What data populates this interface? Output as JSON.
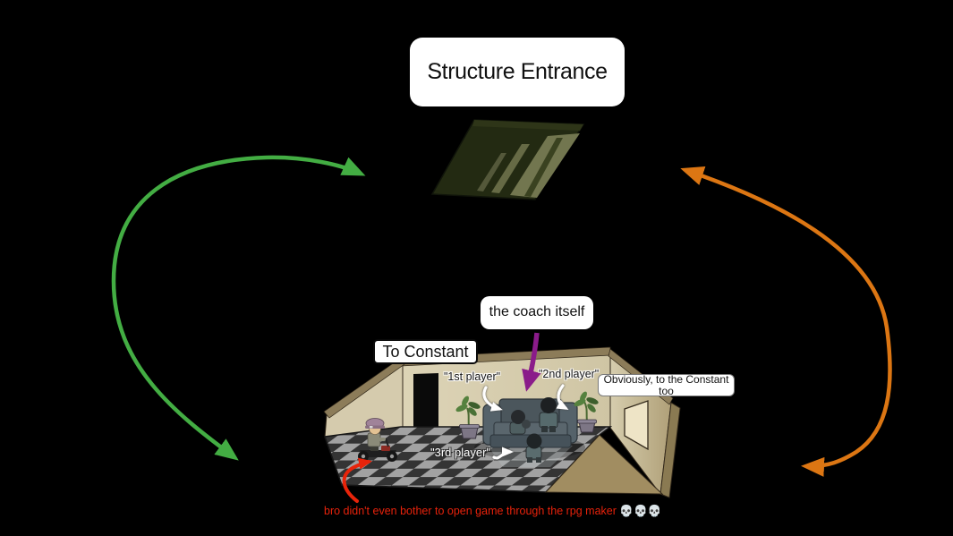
{
  "scene": {
    "title": {
      "text": "Structure Entrance"
    },
    "labels": {
      "coach_itself": "the coach itself",
      "to_constant": "To Constant",
      "player1": "\"1st player\"",
      "player2": "\"2nd player\"",
      "player3": "\"3rd player\"",
      "obviously": "Obviously, to the Constant too"
    },
    "caption": {
      "text": "bro didn't even bother to open game through the rpg maker 💀💀💀"
    },
    "icons": {
      "green_arrow": "curved-double-headed-arrow",
      "orange_arrow": "curved-double-headed-arrow",
      "purple_arrow": "straight-down-arrow",
      "red_arrow": "small-curved-arrow",
      "white_arrows": "small-curved-pointer-arrows"
    },
    "colors": {
      "background": "#000000",
      "green_arrow": "#43ad43",
      "orange_arrow": "#dc7613",
      "purple_arrow": "#8a1b8a",
      "red_arrow": "#e8240a",
      "caption_red": "#e8220b",
      "wall_beige": "#d8cfb2",
      "wall_cap": "#8c7c59",
      "floor_light": "#a2a2a2",
      "floor_dark": "#343434",
      "couch_slate": "#4e5a61",
      "ramp_tan": "#a18d61",
      "entrance_dark_olive": "#232a12",
      "entrance_light_olive": "#72764f"
    }
  }
}
